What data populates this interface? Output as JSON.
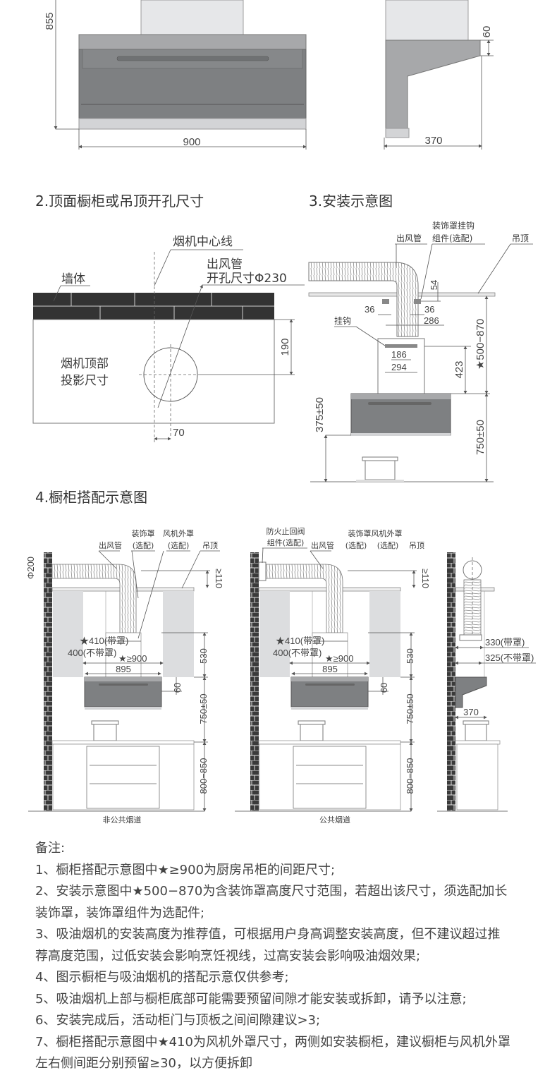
{
  "section1": {
    "dim_height": "855",
    "dim_width": "900",
    "dim_depth": "370",
    "dim_top": "60"
  },
  "section2": {
    "title": "2.顶面橱柜或吊顶开孔尺寸",
    "label_wall": "墙体",
    "label_centerline": "烟机中心线",
    "label_duct": "出风管",
    "label_hole": "开孔尺寸Φ230",
    "label_projection_1": "烟机顶部",
    "label_projection_2": "投影尺寸",
    "dim_190": "190",
    "dim_70": "70"
  },
  "section3": {
    "title": "3.安装示意图",
    "label_duct": "出风管",
    "label_hook_kit_1": "装饰罩挂钩",
    "label_hook_kit_2": "组件(选配)",
    "label_ceiling": "吊顶",
    "label_hook": "挂钩",
    "dims": {
      "d54": "54",
      "d36a": "36",
      "d36b": "36",
      "d286": "286",
      "d186": "186",
      "d294": "294",
      "d423": "423",
      "d500": "★500−870",
      "d375": "375±50",
      "d750": "750±50"
    }
  },
  "section4": {
    "title": "4.橱柜搭配示意图",
    "diagram_a": {
      "label_cover": "装饰罩",
      "label_fan_cover": "风机外罩",
      "label_duct": "出风管",
      "label_opt1": "(选配)",
      "label_opt2": "(选配)",
      "label_ceiling": "吊顶",
      "dim_phi": "Φ200",
      "dim_110": "≥110",
      "dim_410": "★410(带罩)",
      "dim_400": "400(不带罩)",
      "dim_900": "★≥900",
      "dim_895": "895",
      "dim_530": "530",
      "dim_60": "60",
      "dim_750": "750±50",
      "dim_800": "800−850",
      "caption": "非公共烟道"
    },
    "diagram_b": {
      "label_valve_1": "防火止回阀",
      "label_valve_2": "组件(选配)",
      "label_duct": "出风管",
      "label_cover_fan": "装饰罩风机外罩",
      "label_opt1": "(选配)",
      "label_opt2": "(选配)",
      "label_ceiling": "吊顶",
      "dim_110": "≥110",
      "dim_410": "★410(带罩)",
      "dim_400": "400(不带罩)",
      "dim_900": "★≥900",
      "dim_895": "895",
      "dim_530": "530",
      "dim_60": "60",
      "dim_750": "750±50",
      "dim_800": "800−850",
      "caption": "公共烟道"
    },
    "diagram_c": {
      "dim_330": "330(带罩)",
      "dim_325": "325(不带罩)",
      "dim_370": "370"
    }
  },
  "notes": {
    "title": "备注:",
    "lines": [
      "1、橱柜搭配示意图中★≥900为厨房吊柜的间距尺寸;",
      "2、安装示意图中★500−870为含装饰罩高度尺寸范围，若超出该尺寸，须选配加长",
      "装饰罩，装饰罩组件为选配件;",
      "3、吸油烟机的安装高度为推荐值，可根据用户身高调整安装高度，但不建议超过推",
      "荐高度范围，过低安装会影响烹饪视线，过高安装会影响吸油烟效果;",
      "4、图示橱柜与吸油烟机的搭配示意仅供参考;",
      "5、吸油烟机上部与橱柜底部可能需要预留间隙才能安装或拆卸，请予以注意;",
      "6、安装完成后，活动柜门与顶板之间间隙建议>3;",
      "7、橱柜搭配示意图中★410为风机外罩尺寸，两侧如安装橱柜，建议橱柜与风机外罩",
      "左右侧间距分别预留≥30，以方便拆卸"
    ]
  }
}
